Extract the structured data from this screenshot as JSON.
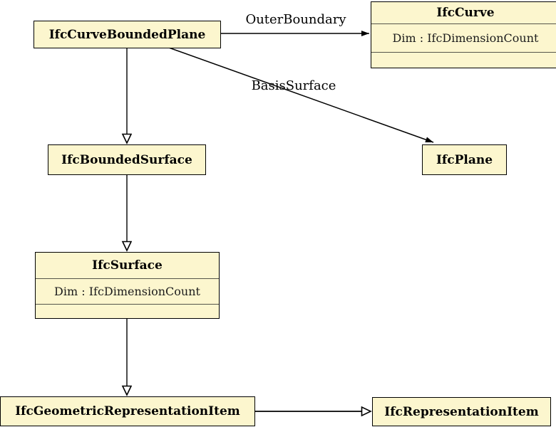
{
  "colors": {
    "background": "#ffffff",
    "node_fill": "#fcf6ce",
    "node_border": "#000000",
    "divider": "#55554a",
    "edge": "#000000"
  },
  "nodes": {
    "curve_bounded_plane": {
      "title": "IfcCurveBoundedPlane"
    },
    "curve": {
      "title": "IfcCurve",
      "attribute": "Dim : IfcDimensionCount"
    },
    "bounded_surface": {
      "title": "IfcBoundedSurface"
    },
    "plane": {
      "title": "IfcPlane"
    },
    "surface": {
      "title": "IfcSurface",
      "attribute": "Dim : IfcDimensionCount"
    },
    "geometric_representation_item": {
      "title": "IfcGeometricRepresentationItem"
    },
    "representation_item": {
      "title": "IfcRepresentationItem"
    }
  },
  "edges": {
    "outer_boundary": {
      "label": "OuterBoundary",
      "type": "association",
      "from": "IfcCurveBoundedPlane",
      "to": "IfcCurve"
    },
    "basis_surface": {
      "label": "BasisSurface",
      "type": "association",
      "from": "IfcCurveBoundedPlane",
      "to": "IfcPlane"
    },
    "curve_bounded_plane_supertype": {
      "type": "inheritance",
      "from": "IfcCurveBoundedPlane",
      "to": "IfcBoundedSurface"
    },
    "bounded_surface_supertype": {
      "type": "inheritance",
      "from": "IfcBoundedSurface",
      "to": "IfcSurface"
    },
    "surface_supertype": {
      "type": "inheritance",
      "from": "IfcSurface",
      "to": "IfcGeometricRepresentationItem"
    },
    "geometric_representation_item_supertype": {
      "type": "inheritance",
      "from": "IfcGeometricRepresentationItem",
      "to": "IfcRepresentationItem"
    }
  }
}
